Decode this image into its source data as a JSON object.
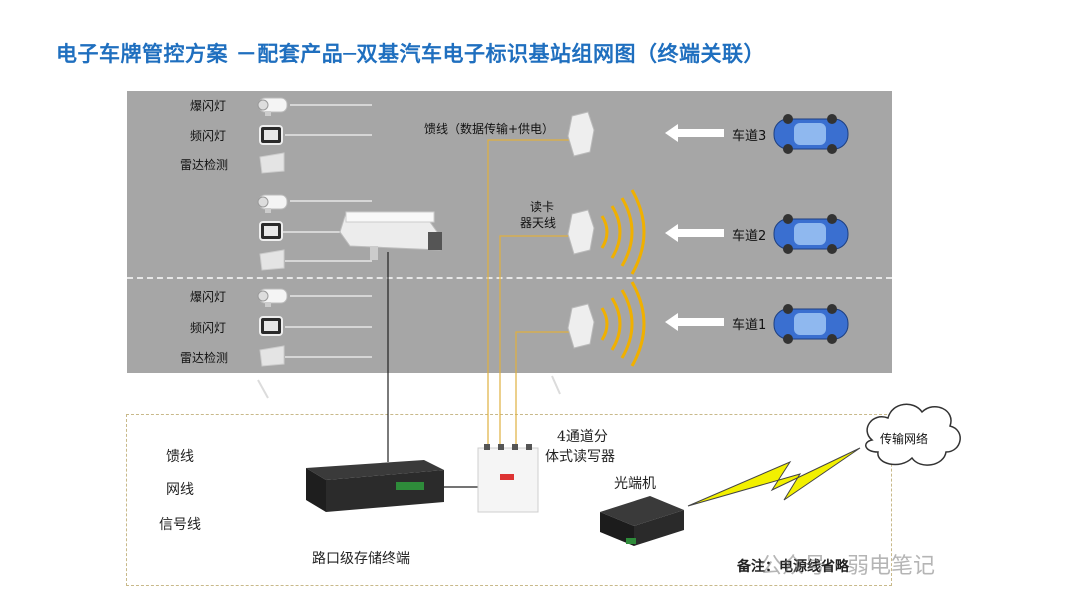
{
  "title": "电子车牌管控方案  －配套产品─双基汽车电子标识基站组网图（终端关联）",
  "upper_devices": {
    "flash": "爆闪灯",
    "strobe": "频闪灯",
    "radar": "雷达检测"
  },
  "lower_devices": {
    "flash": "爆闪灯",
    "strobe": "频闪灯",
    "radar": "雷达检测"
  },
  "feeder_label": "馈线（数据传输+供电）",
  "antenna_label_1": "读卡",
  "antenna_label_2": "器天线",
  "lanes": {
    "lane3": "车道3",
    "lane2": "车道2",
    "lane1": "车道1"
  },
  "legend": {
    "feeder": "馈线",
    "network": "网线",
    "signal": "信号线"
  },
  "storage_terminal": "路口级存储终端",
  "reader_label_1": "4通道分",
  "reader_label_2": "体式读写器",
  "optical": "光端机",
  "network_cloud": "传输网络",
  "note": "备注：电源线省略",
  "watermark": "公众号 · 弱电笔记",
  "colors": {
    "title": "#1f6fbf",
    "road": "#a6a6a6",
    "feeder_line": "#e0b040",
    "wave": "#f0b000",
    "bolt": "#f2f000"
  }
}
